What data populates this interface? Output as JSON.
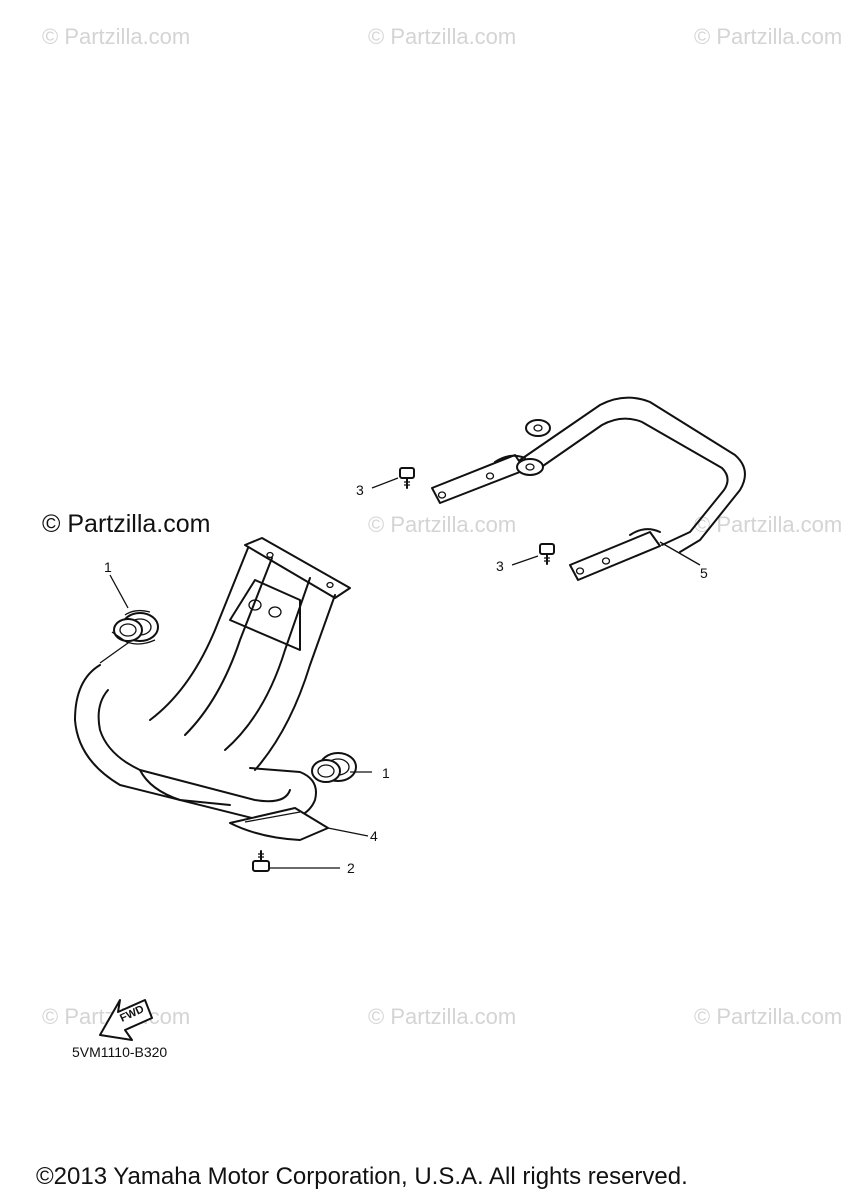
{
  "watermark_text": "© Partzilla.com",
  "brand_text": "© Partzilla.com",
  "diagram_code": "5VM1110-B320",
  "fwd_label": "FWD",
  "copyright": "©2013 Yamaha Motor Corporation, U.S.A. All rights reserved.",
  "callouts": [
    {
      "label": "1"
    },
    {
      "label": "1"
    },
    {
      "label": "2"
    },
    {
      "label": "3"
    },
    {
      "label": "3"
    },
    {
      "label": "4"
    },
    {
      "label": "5"
    }
  ]
}
